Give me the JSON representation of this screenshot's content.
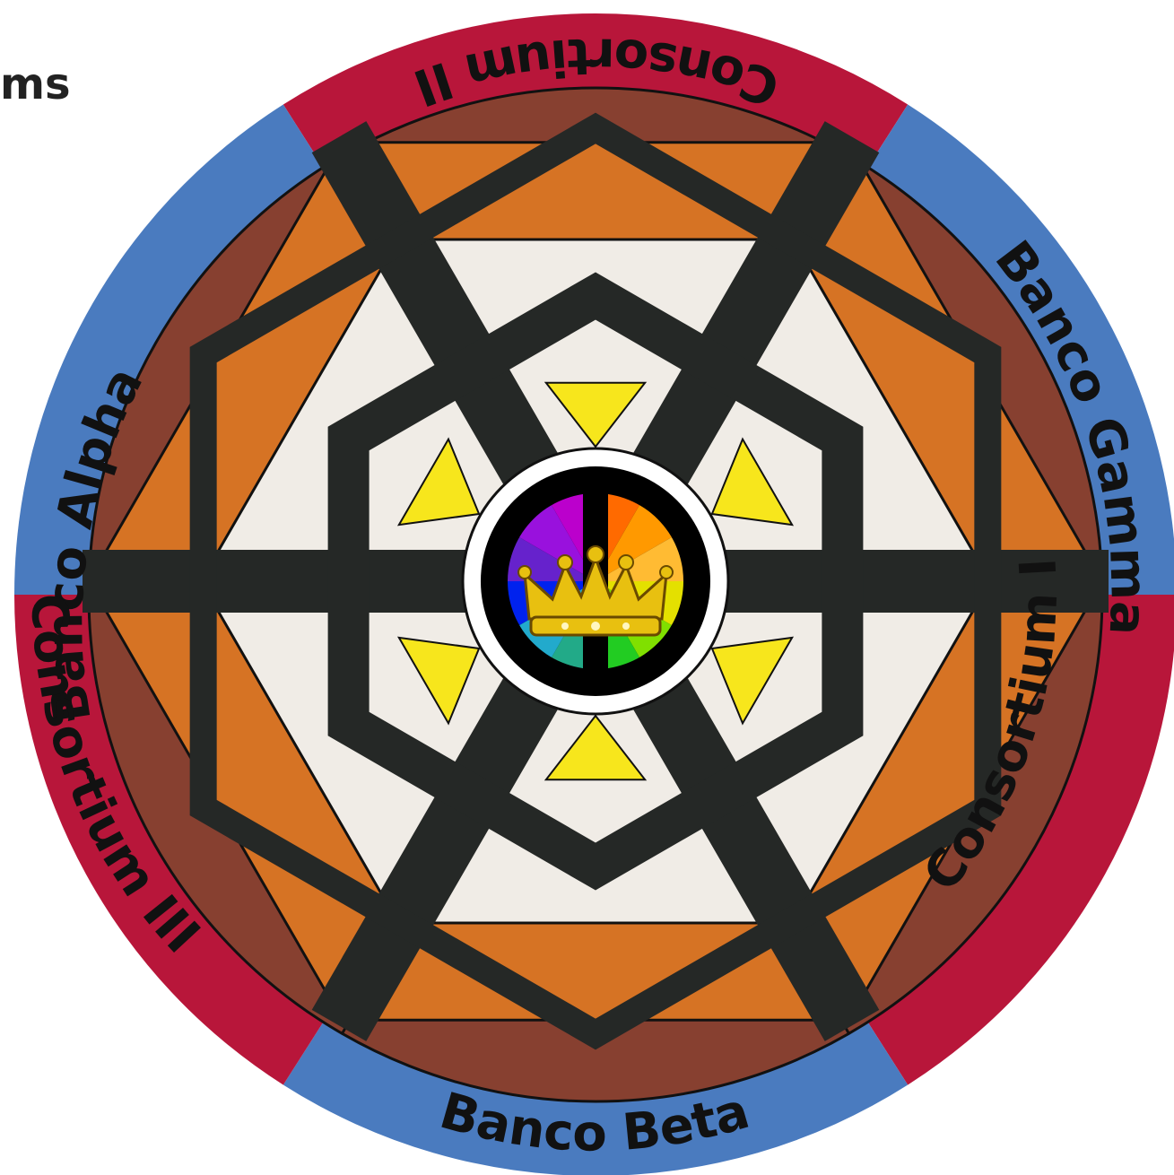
{
  "corner_text": "ms",
  "ring_labels": {
    "consortium_ii": "Consortium II",
    "banco_gamma": "Banco Gamma",
    "consortium_i": "Consortium I",
    "banco_beta": "Banco Beta",
    "consortium_iii": "Consortium III",
    "banco_alpha": "Banco Alpha"
  },
  "colors": {
    "banco_band": "#4a7bbf",
    "consortium_band": "#b8163a",
    "outer_ring": "#874030",
    "orange_band": "#d67324",
    "white_panel": "#f0ece6",
    "spokes": "#252826",
    "yellow_triangle": "#f7e61c",
    "center_ring": "#ffffff",
    "center_disc": "#000000",
    "crown": "#e8c010"
  },
  "center_emblem_wheel_colors": [
    "#ff6a00",
    "#ff9900",
    "#ffbb33",
    "#e4e000",
    "#80e000",
    "#22cc22",
    "#22aa88",
    "#22aacc",
    "#0022ee",
    "#6622cc",
    "#9911dd",
    "#bb00cc"
  ],
  "icons": [
    "crown-icon"
  ]
}
